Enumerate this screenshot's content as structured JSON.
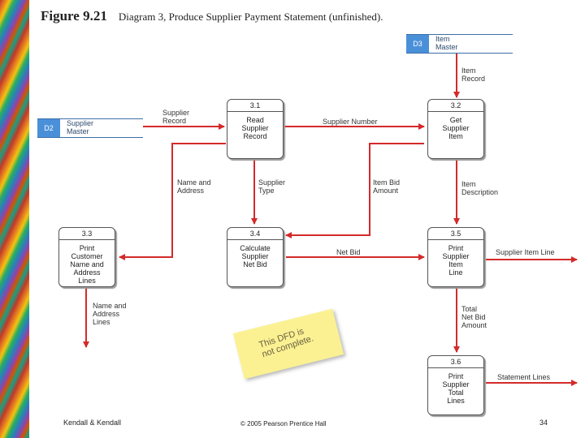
{
  "figure": {
    "number": "Figure 9.21",
    "description": "Diagram 3, Produce Supplier Payment Statement (unfinished)."
  },
  "stores": [
    {
      "id": "D3",
      "name": "Item\nMaster"
    },
    {
      "id": "D2",
      "name": "Supplier\nMaster"
    }
  ],
  "processes": [
    {
      "id": "3.1",
      "name": "Read\nSupplier\nRecord"
    },
    {
      "id": "3.2",
      "name": "Get\nSupplier\nItem"
    },
    {
      "id": "3.3",
      "name": "Print\nCustomer\nName and\nAddress\nLines"
    },
    {
      "id": "3.4",
      "name": "Calculate\nSupplier\nNet Bid"
    },
    {
      "id": "3.5",
      "name": "Print\nSupplier\nItem\nLine"
    },
    {
      "id": "3.6",
      "name": "Print\nSupplier\nTotal\nLines"
    }
  ],
  "flows": {
    "item_record": "Item\nRecord",
    "supplier_record": "Supplier\nRecord",
    "supplier_number": "Supplier Number",
    "name_and_address_1": "Name and\nAddress",
    "supplier_type": "Supplier\nType",
    "item_bid_amount": "Item Bid\nAmount",
    "item_description": "Item\nDescription",
    "net_bid": "Net Bid",
    "supplier_item_line": "Supplier Item Line",
    "name_and_address_lines": "Name and\nAddress\nLines",
    "total_net_bid_amount": "Total\nNet Bid\nAmount",
    "statement_lines": "Statement Lines"
  },
  "note": "This DFD is\nnot complete.",
  "footer": {
    "left": "Kendall & Kendall",
    "center": "© 2005 Pearson Prentice Hall",
    "page": "34"
  },
  "colors": {
    "flow_arrow": "#d42a2a",
    "store_id_fill": "#4a90d9",
    "note_fill": "#fbf193"
  }
}
